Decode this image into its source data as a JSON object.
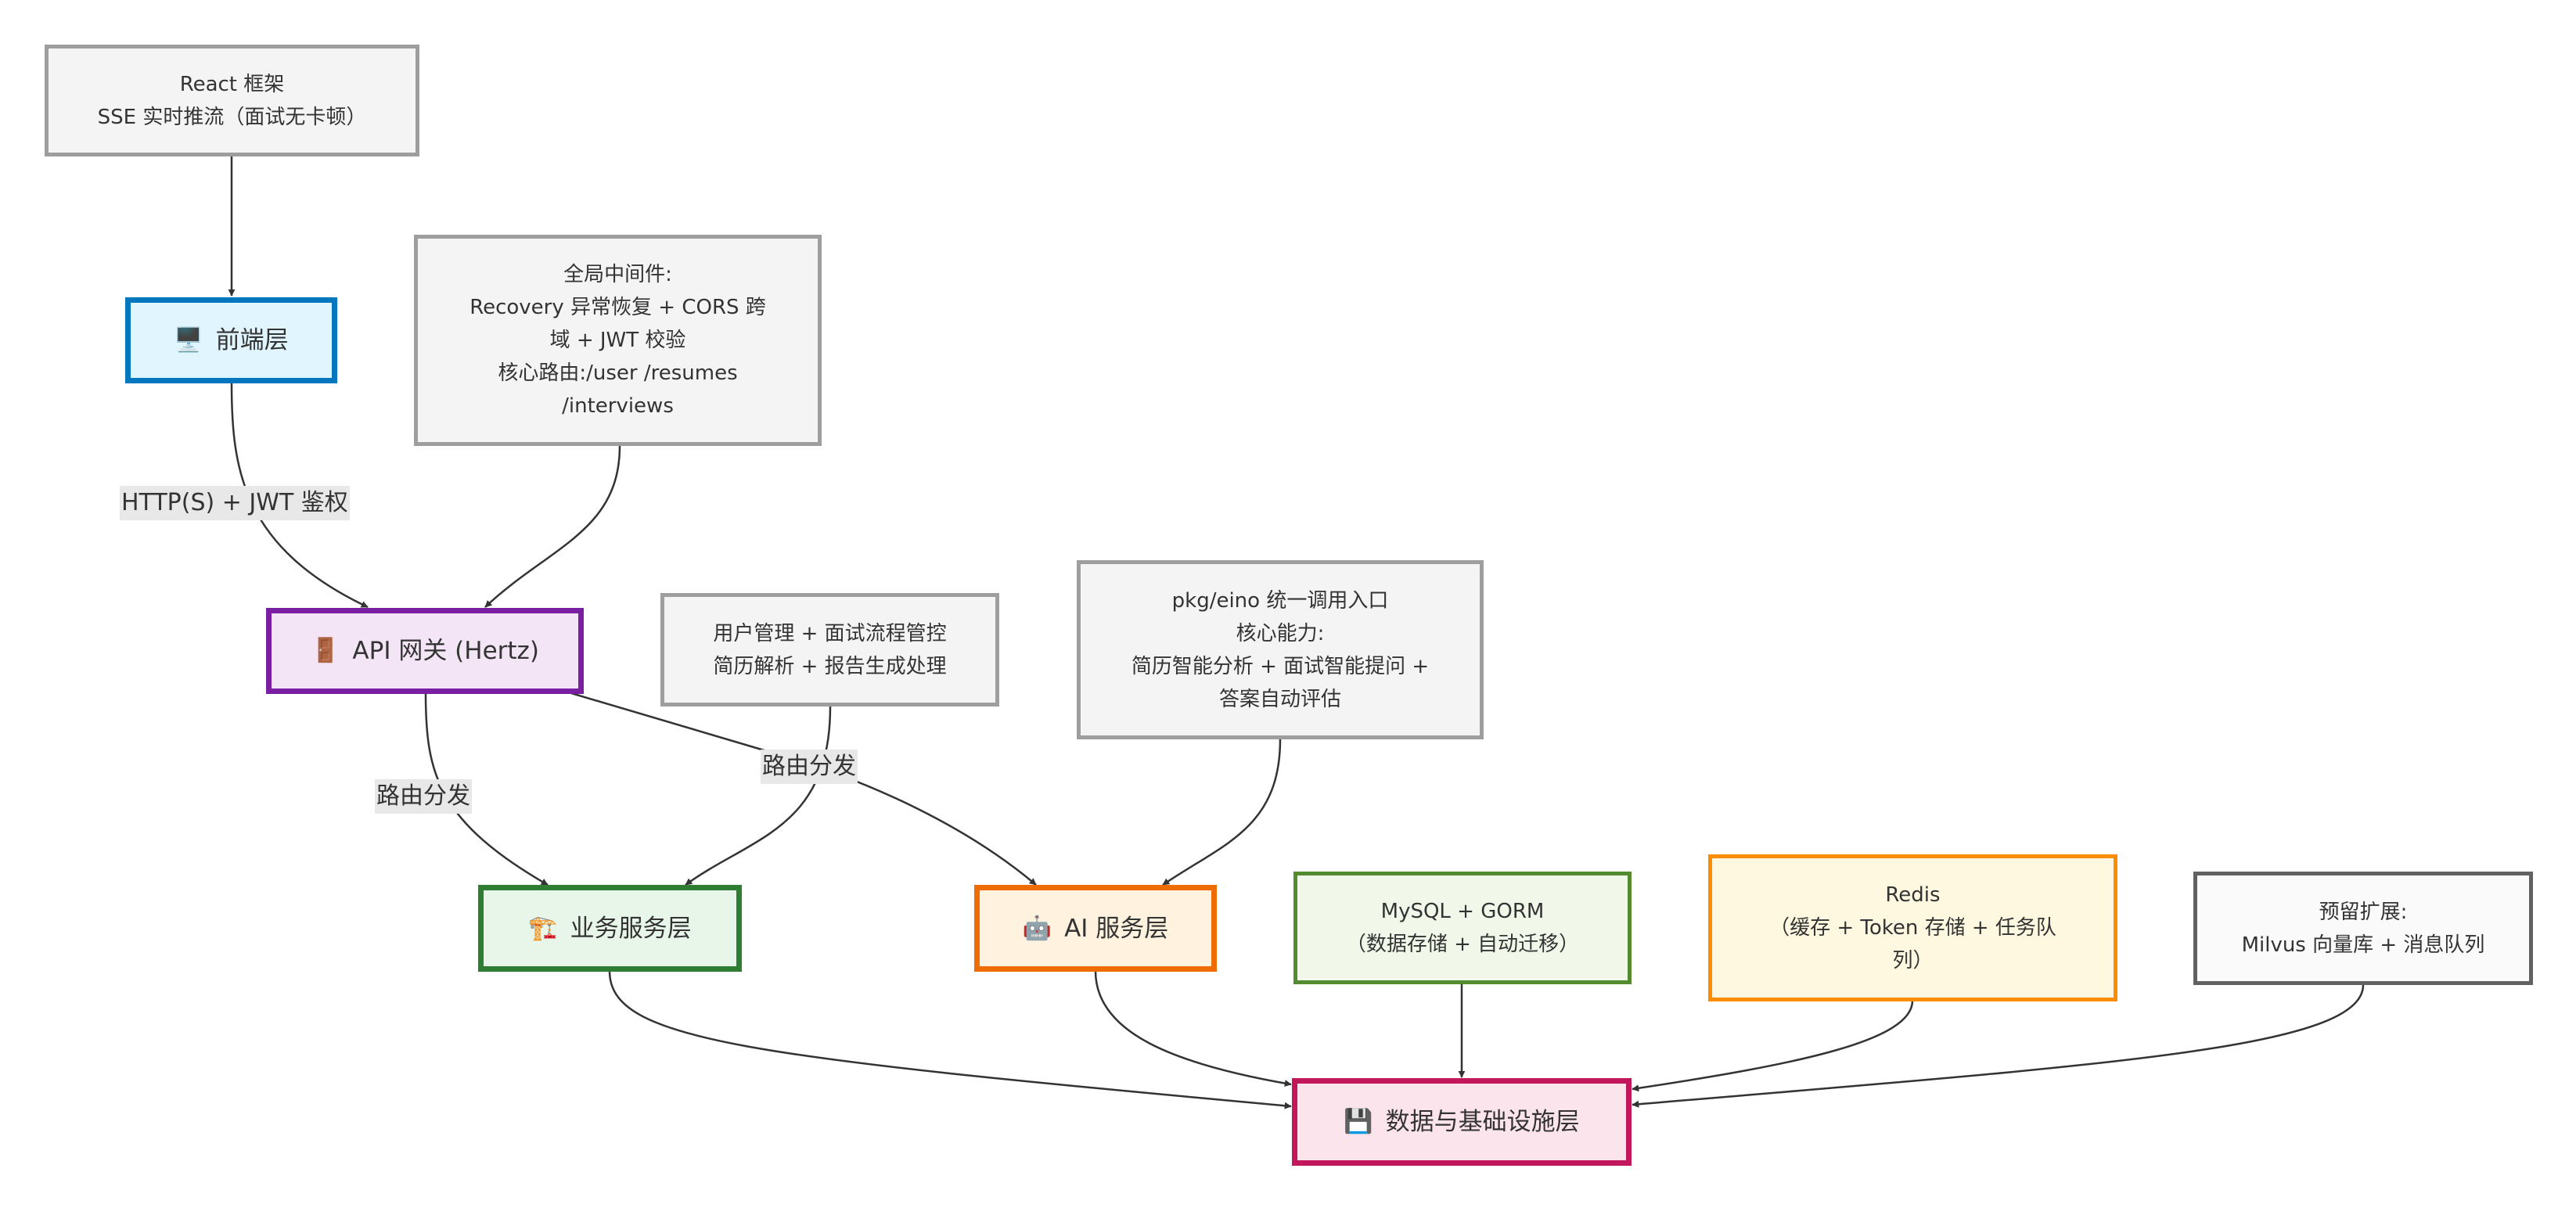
{
  "diagram": {
    "type": "flowchart",
    "nodes": {
      "react_note": {
        "lines": [
          "React 框架",
          "SSE 实时推流（面试无卡顿）"
        ]
      },
      "frontend": {
        "icon": "desktop-computer-icon",
        "icon_glyph": "🖥️",
        "label": "前端层",
        "border_color": "#0277BD",
        "fill_color": "#E1F5FE"
      },
      "middleware_note": {
        "lines": [
          "全局中间件:",
          "Recovery 异常恢复 + CORS 跨",
          "域 + JWT 校验",
          "核心路由:/user /resumes",
          "/interviews"
        ]
      },
      "api_gateway": {
        "icon": "door-icon",
        "icon_glyph": "🚪",
        "label": "API 网关 (Hertz)",
        "border_color": "#7B1FA2",
        "fill_color": "#F3E5F5"
      },
      "business_note": {
        "lines": [
          "用户管理 + 面试流程管控",
          "简历解析 + 报告生成处理"
        ]
      },
      "ai_note": {
        "lines": [
          "pkg/eino 统一调用入口",
          "核心能力:",
          "简历智能分析 + 面试智能提问 +",
          "答案自动评估"
        ]
      },
      "business_layer": {
        "icon": "construction-crane-icon",
        "icon_glyph": "🏗️",
        "label": "业务服务层",
        "border_color": "#2E7D32",
        "fill_color": "#E8F5E9"
      },
      "ai_layer": {
        "icon": "robot-icon",
        "icon_glyph": "🤖",
        "label": "AI 服务层",
        "border_color": "#EF6C00",
        "fill_color": "#FFF3E0"
      },
      "mysql_note": {
        "lines": [
          "MySQL + GORM",
          "（数据存储 + 自动迁移）"
        ],
        "border_color": "#558B2F",
        "fill_color": "#F1F8E9"
      },
      "redis_note": {
        "lines": [
          "Redis",
          "（缓存 + Token 存储 + 任务队",
          "列）"
        ],
        "border_color": "#FB8C00",
        "fill_color": "#FFF8E1"
      },
      "reserved_note": {
        "lines": [
          "预留扩展:",
          "Milvus 向量库 + 消息队列"
        ],
        "border_color": "#616161",
        "fill_color": "#FAFAFA"
      },
      "data_layer": {
        "icon": "floppy-disk-icon",
        "icon_glyph": "💾",
        "label": "数据与基础设施层",
        "border_color": "#C2185B",
        "fill_color": "#FCE4EC"
      }
    },
    "edges": [
      {
        "from": "react_note",
        "to": "frontend",
        "label": ""
      },
      {
        "from": "frontend",
        "to": "api_gateway",
        "label": "HTTP(S) + JWT 鉴权"
      },
      {
        "from": "middleware_note",
        "to": "api_gateway",
        "label": ""
      },
      {
        "from": "api_gateway",
        "to": "business_layer",
        "label": "路由分发"
      },
      {
        "from": "api_gateway",
        "to": "ai_layer",
        "label": "路由分发"
      },
      {
        "from": "business_note",
        "to": "business_layer",
        "label": ""
      },
      {
        "from": "ai_note",
        "to": "ai_layer",
        "label": ""
      },
      {
        "from": "business_layer",
        "to": "data_layer",
        "label": ""
      },
      {
        "from": "ai_layer",
        "to": "data_layer",
        "label": ""
      },
      {
        "from": "mysql_note",
        "to": "data_layer",
        "label": ""
      },
      {
        "from": "redis_note",
        "to": "data_layer",
        "label": ""
      },
      {
        "from": "reserved_note",
        "to": "data_layer",
        "label": ""
      }
    ],
    "edge_color": "#333333",
    "note_border_color": "#9E9E9E",
    "note_fill_color": "#F4F4F4",
    "edge_label_bg": "#E8E8E8"
  }
}
